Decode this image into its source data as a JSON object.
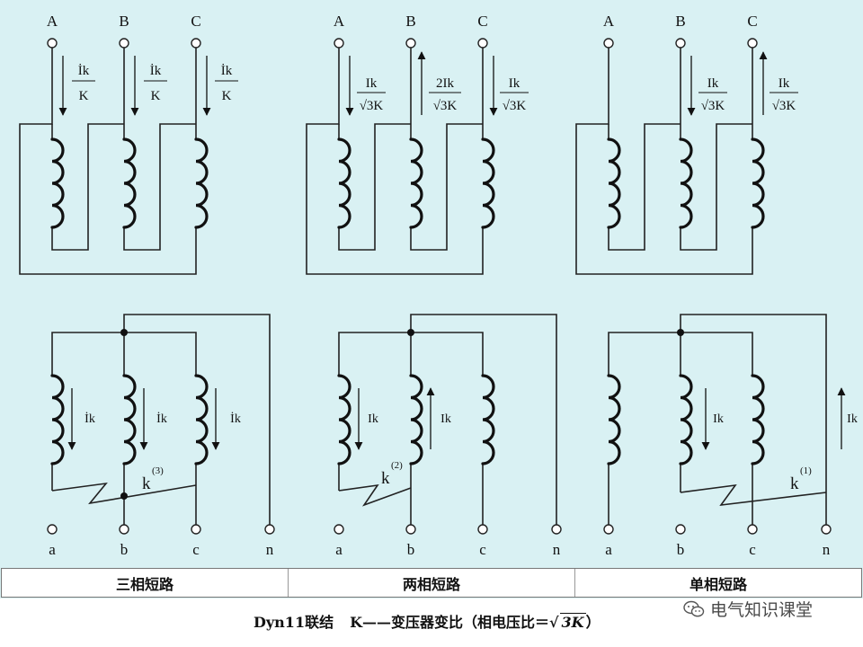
{
  "terminals_high": [
    "A",
    "B",
    "C"
  ],
  "terminals_low": [
    "a",
    "b",
    "c",
    "n"
  ],
  "panels": [
    {
      "case_label": "三相短路",
      "fault_label": "k",
      "fault_order": "(3)",
      "primary_currents": [
        {
          "num": "İk",
          "den": "K"
        },
        {
          "num": "İk",
          "den": "K"
        },
        {
          "num": "İk",
          "den": "K"
        }
      ],
      "secondary_currents": [
        "İk",
        "İk",
        "İk"
      ]
    },
    {
      "case_label": "两相短路",
      "fault_label": "k",
      "fault_order": "(2)",
      "primary_currents": [
        {
          "num": "Ik",
          "den": "√3K"
        },
        {
          "num": "2Ik",
          "den": "√3K"
        },
        {
          "num": "Ik",
          "den": "√3K"
        }
      ],
      "secondary_currents": [
        "Ik",
        "Ik"
      ]
    },
    {
      "case_label": "单相短路",
      "fault_label": "k",
      "fault_order": "(1)",
      "primary_currents": [
        {
          "num": "Ik",
          "den": "√3K"
        },
        {
          "num": "Ik",
          "den": "√3K"
        }
      ],
      "secondary_currents": [
        "Ik",
        "Ik"
      ]
    }
  ],
  "caption": {
    "part1": "Dyn11联结",
    "part2": "K——变压器变比（相电压比＝",
    "sqrt_symbol": "√",
    "sqrt_value": "3K",
    "part3": "）"
  },
  "watermark": {
    "text": "电气知识课堂",
    "icon": "wechat-icon"
  }
}
